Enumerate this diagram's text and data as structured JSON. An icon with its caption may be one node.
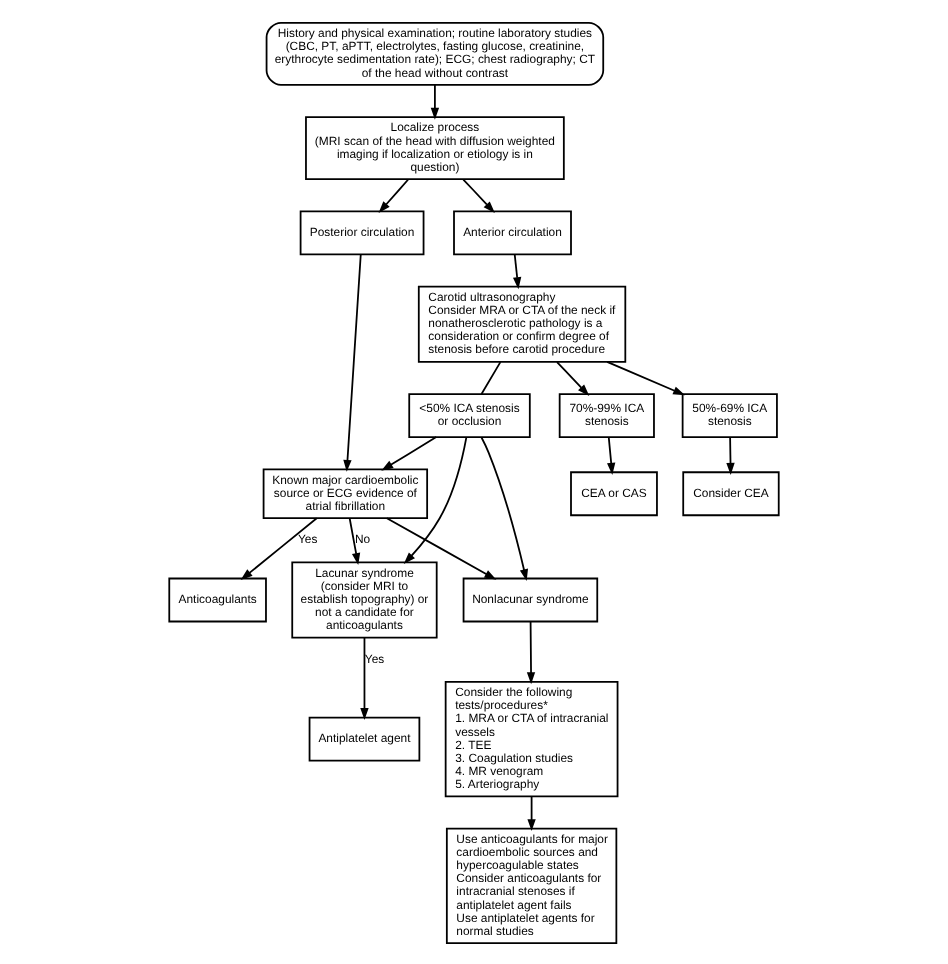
{
  "diagram": {
    "nodes": [
      {
        "text": [
          "History and physical examination; routine laboratory studies (CBC, PT, aPTT, electrolytes, fasting glucose, creatinine, erythrocyte sedimentation rate); ECG; chest radiography; CT of the head without contrast"
        ]
      },
      {
        "text": [
          "Localize process",
          "(MRI scan of the head with diffusion weighted imaging if localization or etiology is in question)"
        ]
      },
      {
        "text": [
          "Anterior circulation"
        ]
      },
      {
        "text": [
          "Posterior circulation"
        ]
      },
      {
        "text": [
          "Carotid ultrasonography",
          "Consider MRA or CTA of the neck if nonatherosclerotic pathology is a consideration or confirm degree of stenosis before carotid procedure"
        ]
      },
      {
        "text": [
          "<50% ICA stenosis or occlusion"
        ]
      },
      {
        "text": [
          "70%-99% ICA stenosis"
        ]
      },
      {
        "text": [
          "50%-69% ICA stenosis"
        ]
      },
      {
        "text": [
          "CEA or CAS"
        ]
      },
      {
        "text": [
          "Consider CEA"
        ]
      },
      {
        "text": [
          "Known major cardioembolic source or ECG evidence of atrial fibrillation"
        ]
      },
      {
        "text": [
          "Anticoagulants"
        ]
      },
      {
        "text": [
          "Lacunar syndrome (consider MRI to establish topography) or not a candidate for anticoagulants"
        ]
      },
      {
        "text": [
          "Antiplatelet agent"
        ]
      },
      {
        "text": [
          "Nonlacunar syndrome"
        ]
      },
      {
        "text": [
          "Consider the following tests/procedures*",
          "1. MRA or CTA of intracranial vessels",
          "2. TEE",
          "3. Coagulation studies",
          "4. MR venogram",
          "5. Arteriography"
        ]
      },
      {
        "text": [
          "Use anticoagulants for major cardioembolic sources and hypercoagulable states",
          "Consider anticoagulants for intracranial stenoses if antiplatelet agent fails",
          "Use antiplatelet agents for normal studies"
        ]
      }
    ],
    "edges": [
      {
        "from": 0,
        "to": 1,
        "arrow": "to"
      },
      {
        "from": 1,
        "to": 2,
        "arrow": "to"
      },
      {
        "from": 1,
        "to": 3,
        "arrow": "to"
      },
      {
        "from": 2,
        "to": 4,
        "arrow": "to"
      },
      {
        "from": 4,
        "to": 5,
        "arrow": "none"
      },
      {
        "from": 4,
        "to": 6,
        "arrow": "to"
      },
      {
        "from": 4,
        "to": 7,
        "arrow": "to"
      },
      {
        "from": 6,
        "to": 8,
        "arrow": "to"
      },
      {
        "from": 7,
        "to": 9,
        "arrow": "to"
      },
      {
        "from": 3,
        "to": 10,
        "arrow": "to"
      },
      {
        "from": 5,
        "to": 10,
        "arrow": "to"
      },
      {
        "from": 5,
        "to": 12,
        "arrow": "to"
      },
      {
        "from": 5,
        "to": 14,
        "arrow": "to"
      },
      {
        "from": 10,
        "to": 11,
        "label": "Yes",
        "arrow": "to"
      },
      {
        "from": 10,
        "to": 12,
        "label": "No",
        "arrow": "to"
      },
      {
        "from": 10,
        "to": 14,
        "arrow": "to"
      },
      {
        "from": 12,
        "to": 13,
        "label": "Yes",
        "arrow": "to"
      },
      {
        "from": 14,
        "to": 15,
        "arrow": "to"
      },
      {
        "from": 15,
        "to": 16,
        "arrow": "to"
      }
    ]
  }
}
